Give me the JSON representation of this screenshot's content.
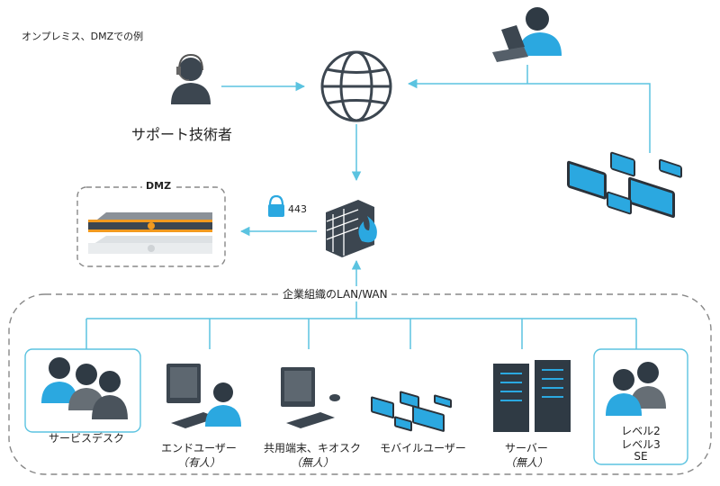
{
  "heading": "オンプレミス、DMZでの例",
  "support_tech_label": "サポート技術者",
  "dmz_label": "DMZ",
  "port_label": "443",
  "lan_wan_label": "企業組織のLAN/WAN",
  "devices": {
    "service_desk": {
      "label": "サービスデスク"
    },
    "end_user": {
      "label": "エンドユーザー",
      "sub": "（有人）"
    },
    "kiosk": {
      "label": "共用端末、キオスク",
      "sub": "（無人）"
    },
    "mobile_user": {
      "label": "モバイルユーザー"
    },
    "server": {
      "label": "サーバー",
      "sub": "（無人）"
    },
    "levels": {
      "line1": "レベル2",
      "line2": "レベル3",
      "line3": "SE"
    }
  },
  "colors": {
    "accent": "#29abd4",
    "arrow": "#5bc3e0",
    "dark": "#3c4650",
    "device_blue": "#2ba8e0",
    "appliance_orange": "#f29a1f",
    "dashed_border": "#888888"
  },
  "icons": [
    "globe-icon",
    "firewall-icon",
    "lock-icon",
    "headset-person-icon",
    "laptop-user-icon",
    "tablets-icon",
    "appliance-icon",
    "desktop-user-icon",
    "desktop-icon",
    "server-rack-icon",
    "group-headset-icon"
  ]
}
